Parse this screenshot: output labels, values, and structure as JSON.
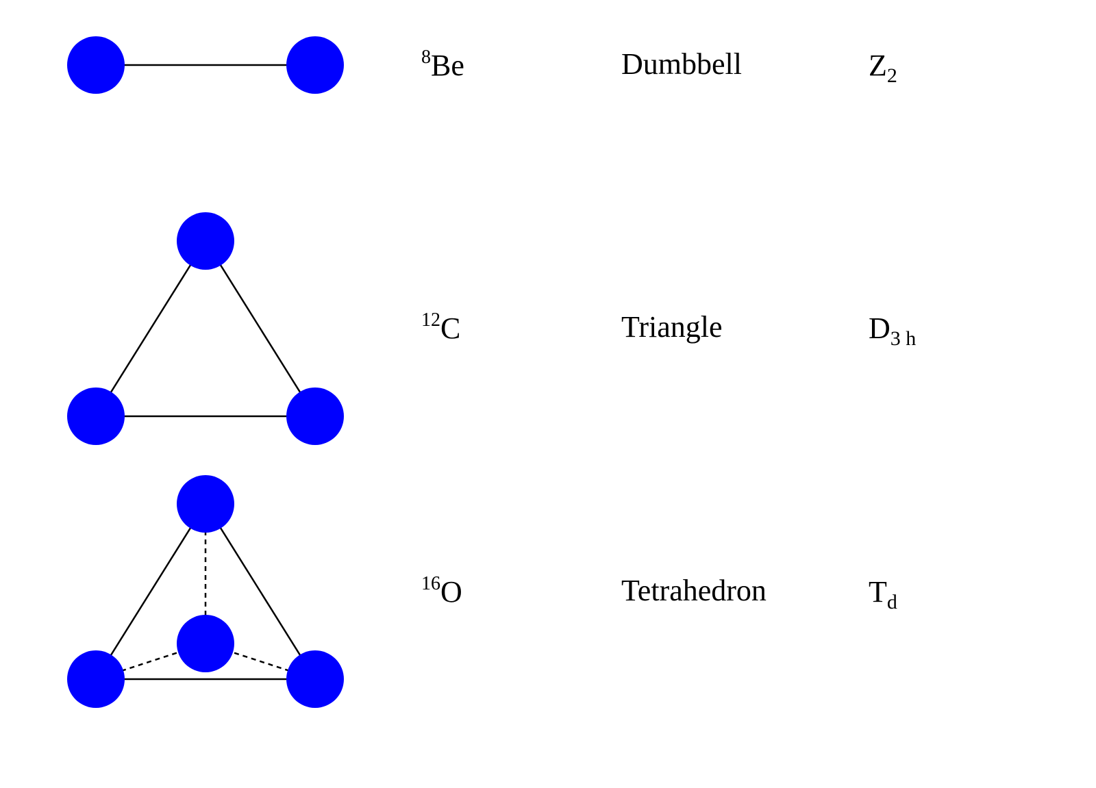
{
  "colors": {
    "nucleon": "#0000ff",
    "bond": "#000000"
  },
  "rows": [
    {
      "nucleus": {
        "mass": "8",
        "element": "Be"
      },
      "shape": "Dumbbell",
      "symmetry": {
        "main": "Z",
        "sub": "2"
      }
    },
    {
      "nucleus": {
        "mass": "12",
        "element": "C"
      },
      "shape": "Triangle",
      "symmetry": {
        "main": "D",
        "sub": "3 h"
      }
    },
    {
      "nucleus": {
        "mass": "16",
        "element": "O"
      },
      "shape": "Tetrahedron",
      "symmetry": {
        "main": "T",
        "sub": "d"
      }
    }
  ]
}
